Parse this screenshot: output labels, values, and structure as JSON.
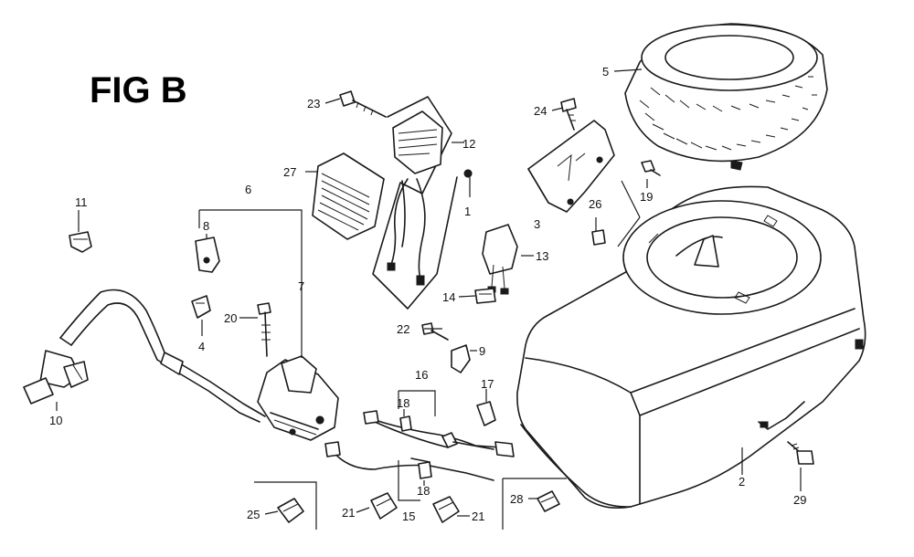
{
  "figure": {
    "title": "FIG B"
  },
  "callouts": {
    "c1": "1",
    "c2": "2",
    "c3": "3",
    "c4": "4",
    "c5": "5",
    "c6": "6",
    "c7": "7",
    "c8": "8",
    "c9": "9",
    "c10": "10",
    "c11": "11",
    "c12": "12",
    "c13": "13",
    "c14": "14",
    "c15": "15",
    "c16": "16",
    "c17": "17",
    "c18a": "18",
    "c18b": "18",
    "c19": "19",
    "c20": "20",
    "c21a": "21",
    "c21b": "21",
    "c22": "22",
    "c23": "23",
    "c24": "24",
    "c25": "25",
    "c26": "26",
    "c27": "27",
    "c28": "28",
    "c29": "29"
  }
}
